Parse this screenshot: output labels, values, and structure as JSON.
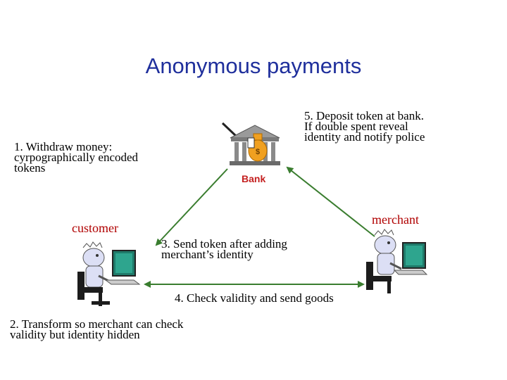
{
  "title": "Anonymous payments",
  "bank": {
    "label": "Bank"
  },
  "steps": {
    "step1": [
      "1. Withdraw money:",
      "cyrpographically encoded",
      "tokens"
    ],
    "step2": [
      "2. Transform so merchant can check",
      "validity but identity hidden"
    ],
    "step3": [
      "3. Send token after adding",
      "merchant’s identity"
    ],
    "step4": "4. Check validity and send goods",
    "step5": [
      "5. Deposit token at bank.",
      "If double spent reveal",
      "identity and notify police"
    ]
  },
  "parties": {
    "customer": "customer",
    "merchant": "merchant"
  },
  "colors": {
    "title": "#1f2f9c",
    "arrow": "#3a7d2f",
    "party_label": "#b00000",
    "bank_label": "#c42020"
  },
  "icons": [
    "bank-building-icon",
    "money-bag-icon",
    "customer-at-computer-icon",
    "merchant-at-computer-icon"
  ]
}
